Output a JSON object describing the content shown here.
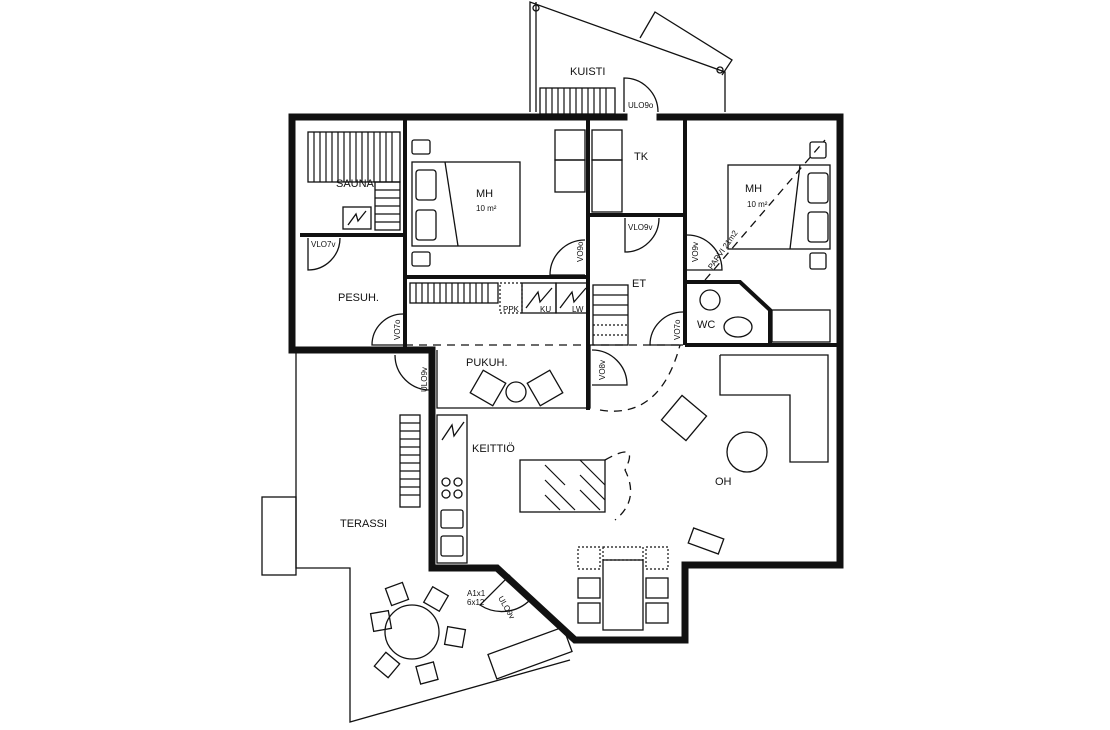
{
  "plan": {
    "rooms": {
      "kuisti": "KUISTI",
      "sauna": "SAUNA",
      "mh1": "MH",
      "mh1_area": "10 m²",
      "tk": "TK",
      "mh2": "MH",
      "mh2_area": "10 m²",
      "parvi": "PARVI 21m2",
      "et": "ET",
      "pesuh": "PESUH.",
      "wc": "WC",
      "pukuh": "PUKUH.",
      "keittio": "KEITTIÖ",
      "oh": "OH",
      "terassi": "TERASSI"
    },
    "doors": {
      "kuisti_door": "ULO9o",
      "tk_door": "VLO9v",
      "mh1_door": "VO9o",
      "mh2_door": "VO9v",
      "sauna_door": "VLO7v",
      "pesuh_door": "VO7o",
      "wc_door": "VO7o",
      "pukuh_door": "VO8v",
      "terassi_door": "ULO9v",
      "diag_door": "ULO9v"
    },
    "appliances": {
      "ppk": "PPK",
      "ku": "KU",
      "lw": "LW"
    },
    "window_note_1": "A1x1",
    "window_note_2": "6x12"
  }
}
